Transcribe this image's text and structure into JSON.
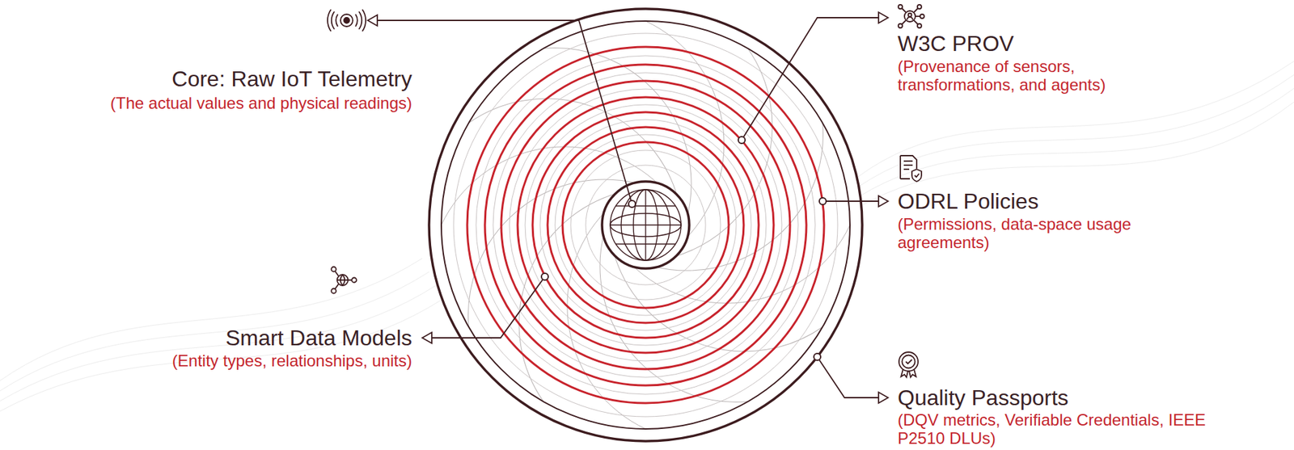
{
  "diagram": {
    "labels": [
      "Core: Raw IoT Telemetry",
      "(The actual values and physical readings)",
      "W3C PROV",
      "(Provenance of sensors, transformations, and agents)",
      "ODRL Policies",
      "(Permissions, data-space usage agreements)",
      "Smart Data Models",
      "(Entity types, relationships, units)",
      "Quality Passports",
      "(DQV metrics, Verifiable Credentials, IEEE P2510 DLUs)"
    ]
  }
}
